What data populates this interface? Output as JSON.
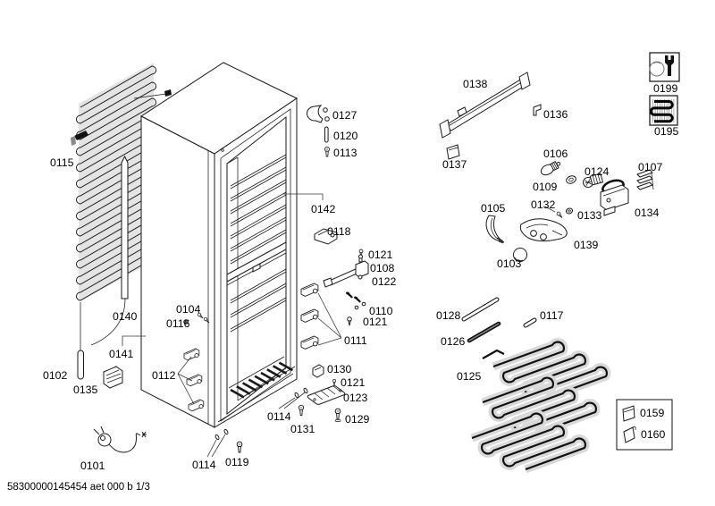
{
  "page": {
    "footer": "58300000145454 aet 000 b 1/3",
    "colors": {
      "ink": "#1a1a1a",
      "background": "#ffffff",
      "fin_gray": "#d9d9d9"
    }
  },
  "diagram": {
    "type": "exploded-parts-diagram"
  },
  "icons": {
    "i0199": "wrench-tool-icon",
    "i0195": "evaporator-coil-icon",
    "i0159": "sheet-icon",
    "i0160": "sheet-curl-icon"
  },
  "parts": {
    "p0101": "0101",
    "p0102": "0102",
    "p0103": "0103",
    "p0104": "0104",
    "p0105": "0105",
    "p0106": "0106",
    "p0107": "0107",
    "p0108": "0108",
    "p0109": "0109",
    "p0110": "0110",
    "p0111": "0111",
    "p0112": "0112",
    "p0113": "0113",
    "p0114a": "0114",
    "p0114b": "0114",
    "p0115": "0115",
    "p0116": "0116",
    "p0117": "0117",
    "p0118": "0118",
    "p0119": "0119",
    "p0120": "0120",
    "p0121a": "0121",
    "p0121b": "0121",
    "p0121c": "0121",
    "p0122": "0122",
    "p0123": "0123",
    "p0124": "0124",
    "p0125": "0125",
    "p0126": "0126",
    "p0127": "0127",
    "p0128": "0128",
    "p0129": "0129",
    "p0130": "0130",
    "p0131": "0131",
    "p0132": "0132",
    "p0133": "0133",
    "p0134": "0134",
    "p0135": "0135",
    "p0136": "0136",
    "p0137": "0137",
    "p0138": "0138",
    "p0139": "0139",
    "p0140": "0140",
    "p0141": "0141",
    "p0142": "0142",
    "p0159": "0159",
    "p0160": "0160",
    "p0195": "0195",
    "p0199": "0199"
  }
}
